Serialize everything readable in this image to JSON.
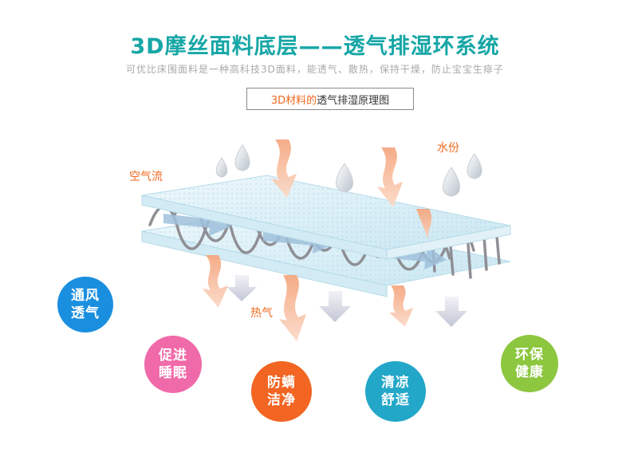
{
  "header": {
    "title": "3D摩丝面料底层——透气排湿环系统",
    "subtitle": "可优比床围面料是一种高科技3D面料，能透气、散热，保持干燥，防止宝宝生痱子"
  },
  "caption": {
    "highlight": "3D材料的",
    "rest": "透气排湿原理图"
  },
  "labels": {
    "air_flow": "空气流",
    "moisture": "水份",
    "heat": "热气"
  },
  "features": [
    {
      "text": "通风透气",
      "color": "#1a8fe0"
    },
    {
      "text": "促进睡眠",
      "color": "#f06aa9"
    },
    {
      "text": "防螨洁净",
      "color": "#f26522"
    },
    {
      "text": "清凉舒适",
      "color": "#22a7c9"
    },
    {
      "text": "环保健康",
      "color": "#8dc63f"
    }
  ]
}
